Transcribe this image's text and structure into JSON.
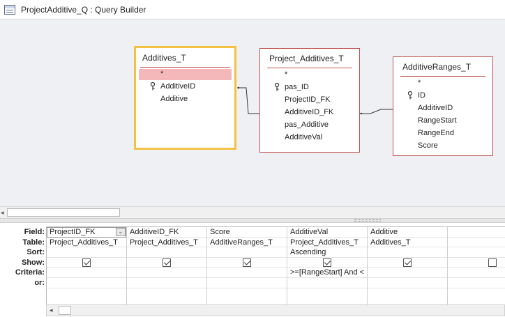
{
  "window": {
    "title": "ProjectAdditive_Q : Query Builder",
    "icon": "query-builder-icon"
  },
  "diagram": {
    "tables": [
      {
        "name": "Additives_T",
        "selected": true,
        "fields": [
          "*",
          "AdditiveID",
          "Additive"
        ],
        "key_field": "AdditiveID",
        "highlighted_field": "*"
      },
      {
        "name": "Project_Additives_T",
        "selected": false,
        "fields": [
          "*",
          "pas_ID",
          "ProjectID_FK",
          "AdditiveID_FK",
          "pas_Additive",
          "AdditiveVal"
        ],
        "key_field": "pas_ID"
      },
      {
        "name": "AdditiveRanges_T",
        "selected": false,
        "fields": [
          "*",
          "ID",
          "AdditiveID",
          "RangeStart",
          "RangeEnd",
          "Score"
        ],
        "key_field": "ID"
      }
    ]
  },
  "grid": {
    "row_labels": [
      "Field:",
      "Table:",
      "Sort:",
      "Show:",
      "Criteria:",
      "or:"
    ],
    "columns": [
      {
        "field": "ProjectID_FK",
        "table": "Project_Additives_T",
        "sort": "",
        "show": true,
        "criteria": "",
        "or": "",
        "has_dropdown": true
      },
      {
        "field": "AdditiveID_FK",
        "table": "Project_Additives_T",
        "sort": "",
        "show": true,
        "criteria": "",
        "or": ""
      },
      {
        "field": "Score",
        "table": "AdditiveRanges_T",
        "sort": "",
        "show": true,
        "criteria": "",
        "or": ""
      },
      {
        "field": "AdditiveVal",
        "table": "Project_Additives_T",
        "sort": "Ascending",
        "show": true,
        "criteria": ">=[RangeStart] And <",
        "or": ""
      },
      {
        "field": "Additive",
        "table": "Additives_T",
        "sort": "",
        "show": true,
        "criteria": "",
        "or": ""
      },
      {
        "field": "",
        "table": "",
        "sort": "",
        "show": false,
        "criteria": "",
        "or": ""
      }
    ]
  },
  "colors": {
    "table_border": "#c0504d",
    "selected_border": "#f3c244",
    "highlight_row": "#f5b8ba",
    "diagram_bg": "#eff0f3"
  }
}
